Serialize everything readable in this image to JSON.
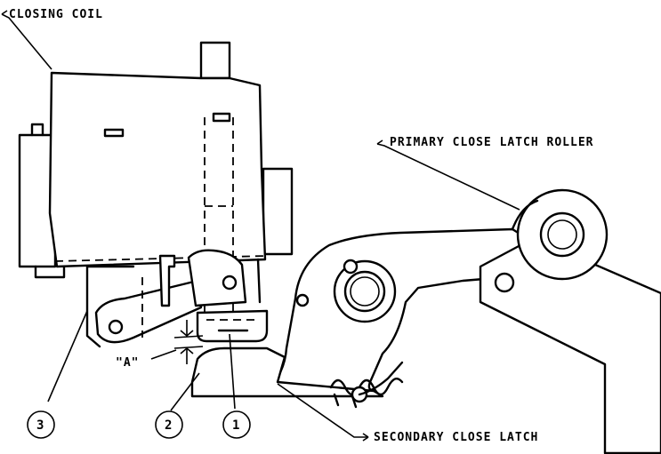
{
  "labels": {
    "closing_coil": "CLOSING COIL",
    "primary_roller": "PRIMARY CLOSE LATCH ROLLER",
    "secondary_latch": "SECONDARY CLOSE LATCH",
    "gap_a": "\"A\""
  },
  "callouts": [
    "3",
    "2",
    "1"
  ]
}
